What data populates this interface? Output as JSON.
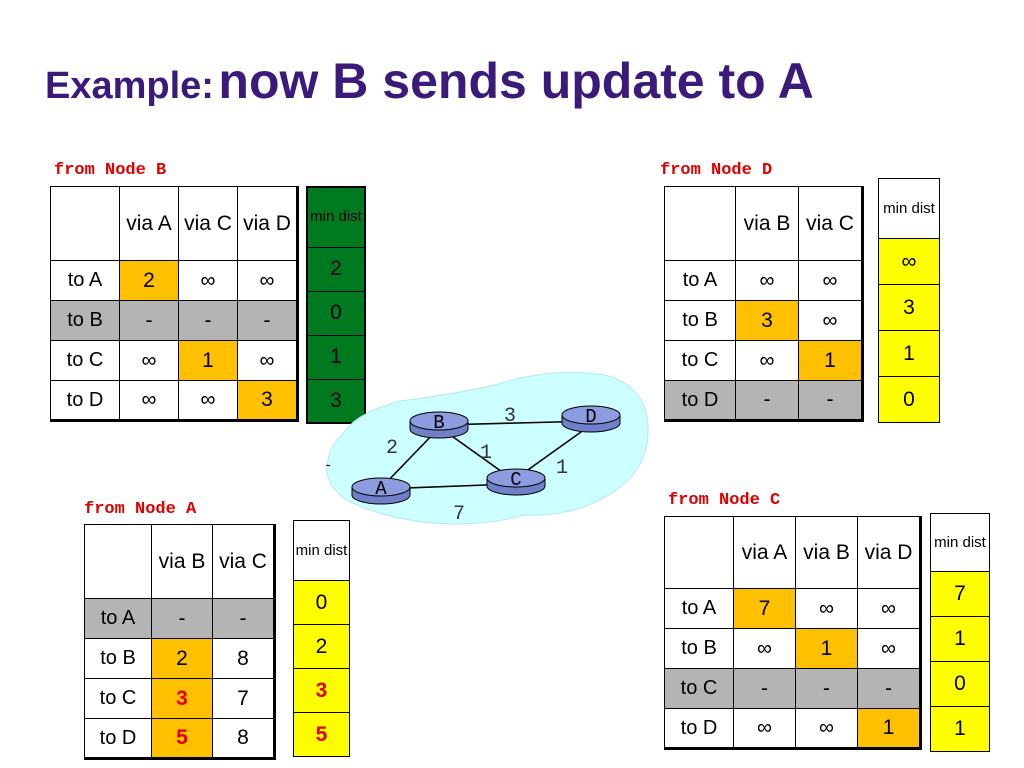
{
  "title": {
    "prefix": "Example:",
    "main": "now B sends update to A"
  },
  "tables": {
    "B": {
      "caption": "from Node B",
      "headers": [
        "via A",
        "via C",
        "via D"
      ],
      "rows": [
        {
          "label": "to A",
          "cells": [
            "2",
            "∞",
            "∞"
          ]
        },
        {
          "label": "to B",
          "cells": [
            "-",
            "-",
            "-"
          ]
        },
        {
          "label": "to C",
          "cells": [
            "∞",
            "1",
            "∞"
          ]
        },
        {
          "label": "to D",
          "cells": [
            "∞",
            "∞",
            "3"
          ]
        }
      ],
      "min_dist_header": "min dist",
      "min_dist": [
        "2",
        "0",
        "1",
        "3"
      ]
    },
    "D": {
      "caption": "from Node D",
      "headers": [
        "via B",
        "via C"
      ],
      "rows": [
        {
          "label": "to A",
          "cells": [
            "∞",
            "∞"
          ]
        },
        {
          "label": "to B",
          "cells": [
            "3",
            "∞"
          ]
        },
        {
          "label": "to C",
          "cells": [
            "∞",
            "1"
          ]
        },
        {
          "label": "to D",
          "cells": [
            "-",
            "-"
          ]
        }
      ],
      "min_dist_header": "min dist",
      "min_dist": [
        "∞",
        "3",
        "1",
        "0"
      ]
    },
    "A": {
      "caption": "from Node A",
      "headers": [
        "via B",
        "via C"
      ],
      "rows": [
        {
          "label": "to A",
          "cells": [
            "-",
            "-"
          ]
        },
        {
          "label": "to B",
          "cells": [
            "2",
            "8"
          ]
        },
        {
          "label": "to C",
          "cells": [
            "3",
            "7"
          ]
        },
        {
          "label": "to D",
          "cells": [
            "5",
            "8"
          ]
        }
      ],
      "min_dist_header": "min dist",
      "min_dist": [
        "0",
        "2",
        "3",
        "5"
      ]
    },
    "C": {
      "caption": "from Node C",
      "headers": [
        "via A",
        "via B",
        "via D"
      ],
      "rows": [
        {
          "label": "to A",
          "cells": [
            "7",
            "∞",
            "∞"
          ]
        },
        {
          "label": "to B",
          "cells": [
            "∞",
            "1",
            "∞"
          ]
        },
        {
          "label": "to C",
          "cells": [
            "-",
            "-",
            "-"
          ]
        },
        {
          "label": "to D",
          "cells": [
            "∞",
            "∞",
            "1"
          ]
        }
      ],
      "min_dist_header": "min dist",
      "min_dist": [
        "7",
        "1",
        "0",
        "1"
      ]
    }
  },
  "network": {
    "nodes": [
      "A",
      "B",
      "C",
      "D"
    ],
    "links": [
      {
        "from": "B",
        "to": "D",
        "cost": "3"
      },
      {
        "from": "A",
        "to": "B",
        "cost": "2"
      },
      {
        "from": "B",
        "to": "C",
        "cost": "1"
      },
      {
        "from": "C",
        "to": "D",
        "cost": "1"
      },
      {
        "from": "A",
        "to": "C",
        "cost": "7"
      }
    ]
  },
  "colors": {
    "title": "#3a1a7a",
    "caption": "#e00000",
    "highlight": "#ffc000",
    "grey_row": "#b4b4b4",
    "min_green": "#007a1e",
    "min_yellow": "#ffff00",
    "cloud": "#ccffff",
    "router": "#8c9ce0"
  }
}
